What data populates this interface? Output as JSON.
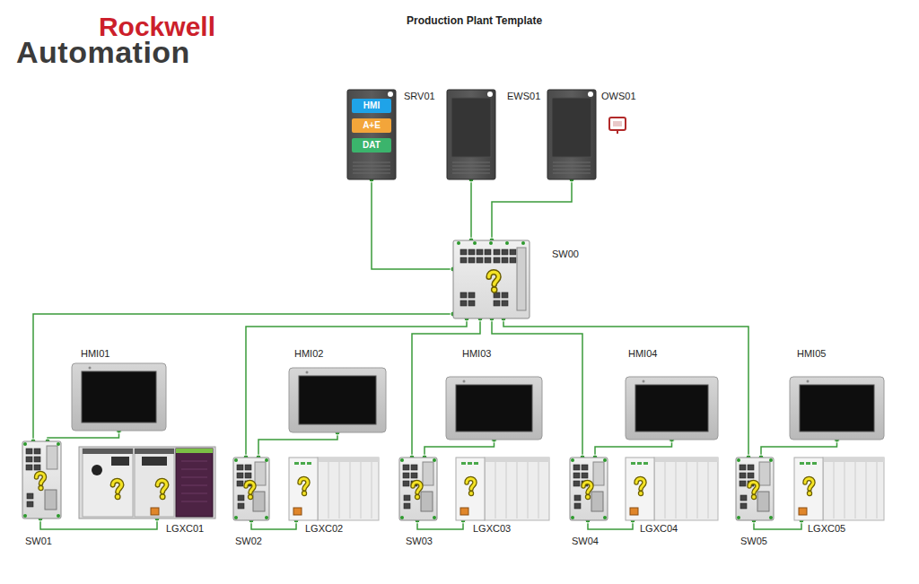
{
  "diagram": {
    "title": "Production Plant Template",
    "nodes": [
      {
        "text": [
          "SRV01"
        ]
      },
      {
        "text": [
          "HMI"
        ],
        "in": 0
      },
      {
        "text": [
          "A+E"
        ],
        "in": 0
      },
      {
        "text": [
          "DAT"
        ],
        "in": 0
      },
      {
        "text": [
          "EWS01"
        ]
      },
      {
        "text": [
          "OWS01"
        ]
      },
      {
        "text": [
          "SW00"
        ]
      },
      {
        "text": [
          "HMI01"
        ]
      },
      {
        "text": [
          "HMI02"
        ]
      },
      {
        "text": [
          "HMI03"
        ]
      },
      {
        "text": [
          "HMI04"
        ]
      },
      {
        "text": [
          "HMI05"
        ]
      },
      {
        "text": [
          "SW01"
        ]
      },
      {
        "text": [
          "LGXC01"
        ]
      },
      {
        "text": [
          "SW02"
        ]
      },
      {
        "text": [
          "LGXC02"
        ]
      },
      {
        "text": [
          "SW03"
        ]
      },
      {
        "text": [
          "LGXC03"
        ]
      },
      {
        "text": [
          "SW04"
        ]
      },
      {
        "text": [
          "LGXC04"
        ]
      },
      {
        "text": [
          "SW05"
        ]
      },
      {
        "text": [
          "LGXC05"
        ]
      }
    ],
    "edges": [
      {
        "from": 0,
        "to": 6,
        "arrow": "none"
      },
      {
        "from": 4,
        "to": 6,
        "arrow": "none"
      },
      {
        "from": 5,
        "to": 6,
        "arrow": "none"
      },
      {
        "from": 6,
        "to": 12,
        "arrow": "none"
      },
      {
        "from": 6,
        "to": 14,
        "arrow": "none"
      },
      {
        "from": 6,
        "to": 16,
        "arrow": "none"
      },
      {
        "from": 6,
        "to": 18,
        "arrow": "none"
      },
      {
        "from": 6,
        "to": 20,
        "arrow": "none"
      },
      {
        "from": 12,
        "to": 7,
        "arrow": "none"
      },
      {
        "from": 12,
        "to": 13,
        "arrow": "none"
      },
      {
        "from": 14,
        "to": 8,
        "arrow": "none"
      },
      {
        "from": 14,
        "to": 15,
        "arrow": "none"
      },
      {
        "from": 16,
        "to": 9,
        "arrow": "none"
      },
      {
        "from": 16,
        "to": 17,
        "arrow": "none"
      },
      {
        "from": 18,
        "to": 10,
        "arrow": "none"
      },
      {
        "from": 18,
        "to": 19,
        "arrow": "none"
      },
      {
        "from": 20,
        "to": 11,
        "arrow": "none"
      },
      {
        "from": 20,
        "to": 21,
        "arrow": "none"
      }
    ],
    "labels": [
      "Rockwell",
      "Automation"
    ]
  }
}
